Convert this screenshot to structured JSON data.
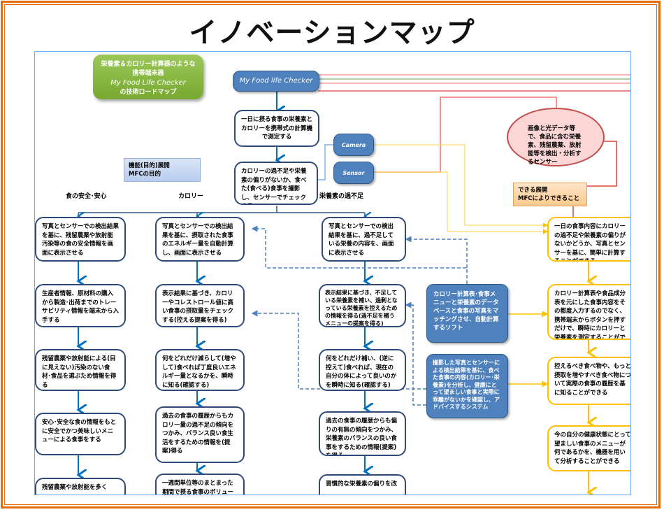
{
  "title": "イノベーションマップ",
  "roadmap_title": {
    "line1": "栄養素＆カロリー計算器のような",
    "line2": "携帯端末器",
    "line3": "My Food Life Checker",
    "line4": "の技術ロードマップ"
  },
  "product_box": "My Food life Checker",
  "top_goal": "一日に摂る食事の栄養素とカロリーを携帯式の計算機で測定する",
  "check_node": "カロリーの過不足や栄養素の偏りがないか、食べた(食べる)食事を撮影し、センサーでチェックする",
  "inputs": {
    "camera": "Camera",
    "sensor": "Sensor"
  },
  "legend_function": {
    "line1": "機能(目的)展開",
    "line2": "MFCの目的"
  },
  "legend_capability": {
    "line1": "できる展開",
    "line2": "MFCによりできること"
  },
  "sensor_ellipse": "画像と光データ等で、食品に含む栄養素、残留農薬、放射能等を検出・分析するセンサー",
  "categories": {
    "safety": "食の安全･安心",
    "calorie": "カロリー",
    "nutrition": "栄養素の過不足"
  },
  "columns": {
    "safety": [
      "写真とセンサーでの検出結果を基に、残留農薬や放射能汚染等の食の安全情報を画面に表示させる",
      "生産者情報、原材料の購入から製造･出荷までのトレーサビリティ情報を端末から入手する",
      "残留農薬や放射能による(目に見えない)汚染のない食材･食品を選ぶため情報を得る",
      "安心･安全な食の情報をもとに安全でかつ美味しいメニューによる食事をする",
      "残留農薬や放射能を多く"
    ],
    "calorie": [
      "写真とセンサーでの検出結果を基に、摂取された食事のエネルギー量を自動計算し、画面に表示させる",
      "表示結果に基づき、カロリーやコレストロール値に高い食事の摂取量をチェックする(控える提案を得る)",
      "何をどれだけ減らして(増やして)食べれば丁度良いエネルギー量となるかを、瞬時に知る(確認する)",
      "過去の食事の履歴からもカロリー量の過不足の傾向をつかみ、バランス良い食生活をするための情報を(提案)得る",
      "一週間単位等のまとまった期間で摂る食事のボリュー"
    ],
    "nutrition": [
      "写真とセンサーでの検出結果を基に、過不足している栄養の内容を、画面に表示させる",
      "表示結果に基づき、不足している栄養素を補い、過剰となっている栄養素を控えるための情報を得る(過不足を補うメニューの提案を得る)",
      "何をどれだけ補い、(逆に控えて)食べれば、現在の自分の体によって良いのかを瞬時に知る(確認する)",
      "過去の食事の履歴からも偏りの有無の傾向をつかみ、栄養素のバランスの良い食事をするための情報(提案)を得る",
      "習慣的な栄養素の偏りを改"
    ]
  },
  "software_boxes": [
    "カロリー計算表･食事メニューと栄養素のデータベースと食事の写真をマッチングさせ、自動計算するソフト",
    "撮影した写真とセンサーによる検出結果を基に、食べた食事の内容(カロリー･栄養素)を分析し、健康にとって望ましい食事と実際に乖離がないかを確認し、アドバイスするシステム"
  ],
  "capabilities": [
    "一日の食事内容にカロリーの過不足や栄養素の偏りがないかどうか、写真とセンサーを基に、簡単に計算することができる",
    "カロリー計算表や食品成分表を元にした食事内容をその都度入力するのでなく、携帯端末からボタンを押すだけで、瞬時にカロリーと栄養素を測定することができる",
    "控えるべき食べ物や、もっと摂取を増やすべき食べ物について実際の食事の履歴を基に知ることができる",
    "今の自分の健康状態にとって望ましい食事のメニューが何であるかを、機器を用いて分析することができる"
  ],
  "colors": {
    "frame": "#e46c0a",
    "canvas_border": "#6fa8f7",
    "node_border": "#2e4a78",
    "arrow": "#0070c0",
    "dashed": "#4f81bd",
    "capability_border": "#ffc000",
    "software_fill": "#4f81bd",
    "ellipse_fill": "#fcd5d5",
    "red_line": "#e04040",
    "green_box": "#8dbb45"
  }
}
